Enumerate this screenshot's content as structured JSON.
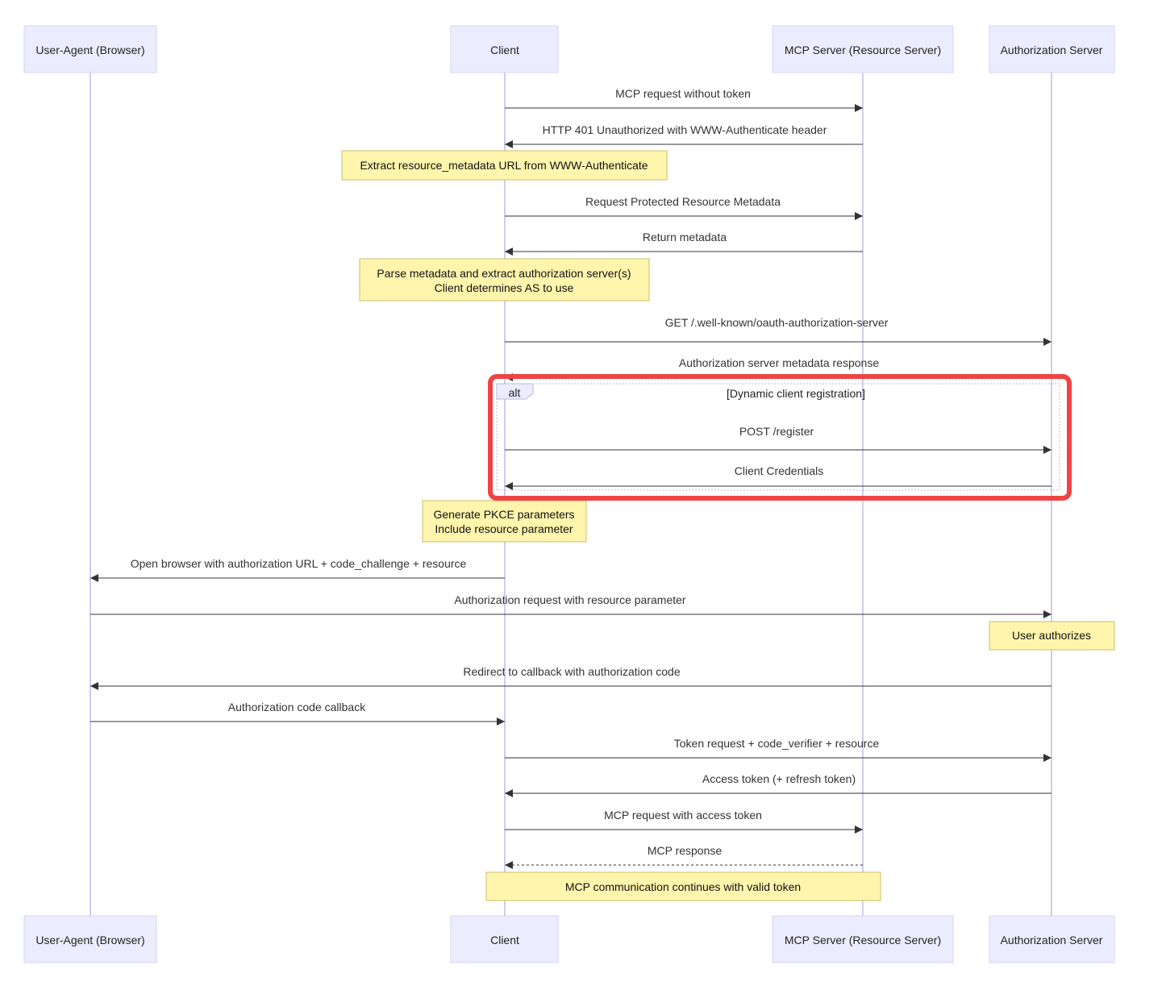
{
  "participants": [
    {
      "id": "ua",
      "label": "User-Agent (Browser)"
    },
    {
      "id": "client",
      "label": "Client"
    },
    {
      "id": "mcp",
      "label": "MCP Server (Resource Server)"
    },
    {
      "id": "as",
      "label": "Authorization Server"
    }
  ],
  "messages": [
    {
      "from": "client",
      "to": "mcp",
      "label": "MCP request without token",
      "dashed": false
    },
    {
      "from": "mcp",
      "to": "client",
      "label": "HTTP 401 Unauthorized with WWW-Authenticate header",
      "dashed": false
    },
    {
      "from": "client",
      "to": "mcp",
      "label": "Request Protected Resource Metadata",
      "dashed": false
    },
    {
      "from": "mcp",
      "to": "client",
      "label": "Return metadata",
      "dashed": false
    },
    {
      "from": "client",
      "to": "as",
      "label": "GET /.well-known/oauth-authorization-server",
      "dashed": false
    },
    {
      "from": "as",
      "to": "client",
      "label": "Authorization server metadata response",
      "dashed": false
    },
    {
      "from": "client",
      "to": "as",
      "label": "POST /register",
      "dashed": false
    },
    {
      "from": "as",
      "to": "client",
      "label": "Client Credentials",
      "dashed": false
    },
    {
      "from": "client",
      "to": "ua",
      "label": "Open browser with authorization URL + code_challenge + resource",
      "dashed": false
    },
    {
      "from": "ua",
      "to": "as",
      "label": "Authorization request with resource parameter",
      "dashed": false
    },
    {
      "from": "as",
      "to": "ua",
      "label": "Redirect to callback with authorization code",
      "dashed": false
    },
    {
      "from": "ua",
      "to": "client",
      "label": "Authorization code callback",
      "dashed": false
    },
    {
      "from": "client",
      "to": "as",
      "label": "Token request + code_verifier + resource",
      "dashed": false
    },
    {
      "from": "as",
      "to": "client",
      "label": "Access token (+ refresh token)",
      "dashed": false
    },
    {
      "from": "client",
      "to": "mcp",
      "label": "MCP request with access token",
      "dashed": false
    },
    {
      "from": "mcp",
      "to": "client",
      "label": "MCP response",
      "dashed": true
    }
  ],
  "notes": [
    {
      "lines": [
        "Extract resource_metadata URL from WWW-Authenticate"
      ]
    },
    {
      "lines": [
        "Parse metadata and extract authorization server(s)",
        "Client determines AS to use"
      ]
    },
    {
      "lines": [
        "Generate PKCE parameters",
        "Include resource parameter"
      ]
    },
    {
      "lines": [
        "User authorizes"
      ]
    },
    {
      "lines": [
        "MCP communication continues with valid token"
      ]
    }
  ],
  "alt_block": {
    "tag": "alt",
    "condition": "[Dynamic client registration]"
  },
  "colors": {
    "participant_fill": "#ECECFF",
    "participant_border": "#D4D4F7",
    "lifeline": "#D0CCEE",
    "note_fill": "#FFF5AD",
    "note_border": "#C8C06A",
    "message": "#333333",
    "highlight": "#EF4444"
  }
}
